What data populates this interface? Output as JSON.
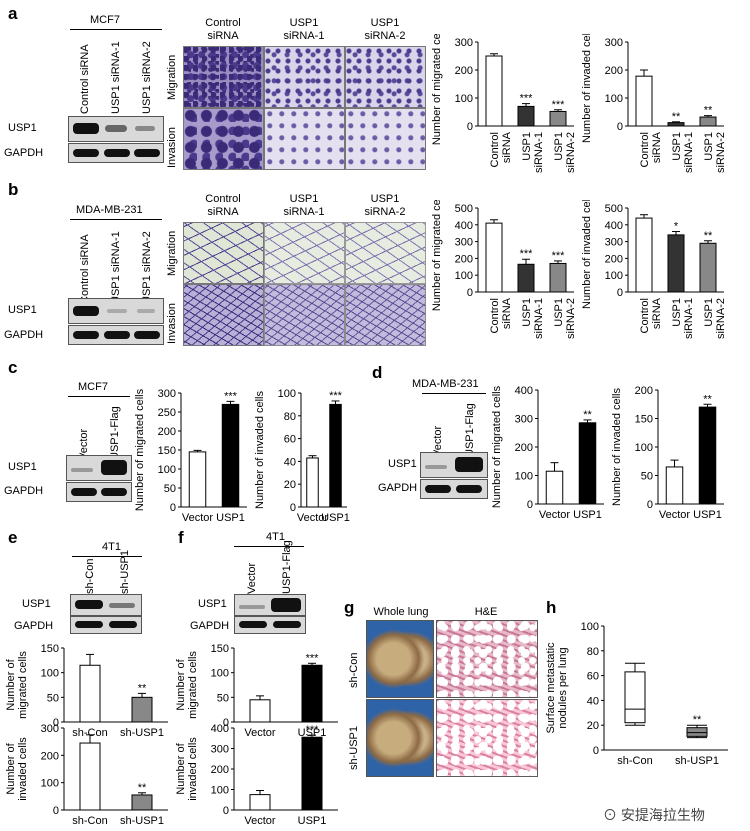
{
  "panels": {
    "a": {
      "label": "a",
      "cell_line": "MCF7",
      "lanes": [
        "Control siRNA",
        "USP1 siRNA-1",
        "USP1 siRNA-2"
      ],
      "blot_rows": [
        "USP1",
        "GAPDH"
      ],
      "image_cols": [
        "Control\nsiRNA",
        "USP1\nsiRNA-1",
        "USP1\nsiRNA-2"
      ],
      "image_rows": [
        "Migration",
        "Invasion"
      ]
    },
    "b": {
      "label": "b",
      "cell_line": "MDA-MB-231",
      "lanes": [
        "Control siRNA",
        "USP1 siRNA-1",
        "USP1 siRNA-2"
      ],
      "blot_rows": [
        "USP1",
        "GAPDH"
      ],
      "image_cols": [
        "Control\nsiRNA",
        "USP1\nsiRNA-1",
        "USP1\nsiRNA-2"
      ],
      "image_rows": [
        "Migration",
        "Invasion"
      ]
    },
    "c": {
      "label": "c",
      "cell_line": "MCF7",
      "lanes": [
        "Vector",
        "USP1-Flag"
      ],
      "blot_rows": [
        "USP1",
        "GAPDH"
      ]
    },
    "d": {
      "label": "d",
      "cell_line": "MDA-MB-231",
      "lanes": [
        "Vector",
        "USP1-Flag"
      ],
      "blot_rows": [
        "USP1",
        "GAPDH"
      ]
    },
    "e": {
      "label": "e",
      "cell_line": "4T1",
      "lanes": [
        "sh-Con",
        "sh-USP1"
      ],
      "blot_rows": [
        "USP1",
        "GAPDH"
      ]
    },
    "f": {
      "label": "f",
      "cell_line": "4T1",
      "lanes": [
        "Vector",
        "USP1-Flag"
      ],
      "blot_rows": [
        "USP1",
        "GAPDH"
      ]
    },
    "g": {
      "label": "g",
      "cols": [
        "Whole lung",
        "H&E"
      ],
      "rows": [
        "sh-Con",
        "sh-USP1"
      ]
    },
    "h": {
      "label": "h"
    }
  },
  "chart_data": [
    {
      "id": "a-mig",
      "type": "bar",
      "categories": [
        "Control\nsiRNA",
        "USP1\nsiRNA-1",
        "USP1\nsiRNA-2"
      ],
      "values": [
        250,
        70,
        52
      ],
      "errors": [
        8,
        10,
        6
      ],
      "sig": [
        "",
        "***",
        "***"
      ],
      "ylabel": "Number of migrated cells",
      "ylim": [
        0,
        300
      ],
      "yticks": [
        0,
        100,
        200,
        300
      ],
      "colors": [
        "#ffffff",
        "#333333",
        "#888888"
      ]
    },
    {
      "id": "a-inv",
      "type": "bar",
      "categories": [
        "Control\nsiRNA",
        "USP1\nsiRNA-1",
        "USP1\nsiRNA-2"
      ],
      "values": [
        178,
        12,
        32
      ],
      "errors": [
        22,
        3,
        5
      ],
      "sig": [
        "",
        "**",
        "**"
      ],
      "ylabel": "Number of invaded cells",
      "ylim": [
        0,
        300
      ],
      "yticks": [
        0,
        100,
        200,
        300
      ],
      "colors": [
        "#ffffff",
        "#333333",
        "#888888"
      ]
    },
    {
      "id": "b-mig",
      "type": "bar",
      "categories": [
        "Control\nsiRNA",
        "USP1\nsiRNA-1",
        "USP1\nsiRNA-2"
      ],
      "values": [
        410,
        165,
        170
      ],
      "errors": [
        20,
        30,
        15
      ],
      "sig": [
        "",
        "***",
        "***"
      ],
      "ylabel": "Number of migrated cells",
      "ylim": [
        0,
        500
      ],
      "yticks": [
        0,
        100,
        200,
        300,
        400,
        500
      ],
      "colors": [
        "#ffffff",
        "#333333",
        "#888888"
      ]
    },
    {
      "id": "b-inv",
      "type": "bar",
      "categories": [
        "Control\nsiRNA",
        "USP1\nsiRNA-1",
        "USP1\nsiRNA-2"
      ],
      "values": [
        440,
        340,
        290
      ],
      "errors": [
        20,
        20,
        15
      ],
      "sig": [
        "",
        "*",
        "**"
      ],
      "ylabel": "Number of invaded cells",
      "ylim": [
        0,
        500
      ],
      "yticks": [
        0,
        100,
        200,
        300,
        400,
        500
      ],
      "colors": [
        "#ffffff",
        "#333333",
        "#888888"
      ]
    },
    {
      "id": "c-mig",
      "type": "bar",
      "categories": [
        "Vector",
        "USP1"
      ],
      "values": [
        145,
        270
      ],
      "errors": [
        4,
        8
      ],
      "sig": [
        "",
        "***"
      ],
      "ylabel": "Number of migrated cells",
      "ylim": [
        0,
        300
      ],
      "yticks": [
        0,
        50,
        100,
        150,
        200,
        250,
        300
      ],
      "colors": [
        "#ffffff",
        "#000000"
      ]
    },
    {
      "id": "c-inv",
      "type": "bar",
      "categories": [
        "Vector",
        "USP1"
      ],
      "values": [
        43,
        90
      ],
      "errors": [
        2,
        3
      ],
      "sig": [
        "",
        "***"
      ],
      "ylabel": "Number of invaded cells",
      "ylim": [
        0,
        100
      ],
      "yticks": [
        0,
        20,
        40,
        60,
        80,
        100
      ],
      "colors": [
        "#ffffff",
        "#000000"
      ]
    },
    {
      "id": "d-mig",
      "type": "bar",
      "categories": [
        "Vector",
        "USP1"
      ],
      "values": [
        115,
        285
      ],
      "errors": [
        30,
        10
      ],
      "sig": [
        "",
        "**"
      ],
      "ylabel": "Number of migrated cells",
      "ylim": [
        0,
        400
      ],
      "yticks": [
        0,
        100,
        200,
        300,
        400
      ],
      "colors": [
        "#ffffff",
        "#000000"
      ]
    },
    {
      "id": "d-inv",
      "type": "bar",
      "categories": [
        "Vector",
        "USP1"
      ],
      "values": [
        65,
        170
      ],
      "errors": [
        12,
        5
      ],
      "sig": [
        "",
        "**"
      ],
      "ylabel": "Number of invaded cells",
      "ylim": [
        0,
        200
      ],
      "yticks": [
        0,
        50,
        100,
        150,
        200
      ],
      "colors": [
        "#ffffff",
        "#000000"
      ]
    },
    {
      "id": "e-mig",
      "type": "bar",
      "categories": [
        "sh-Con",
        "sh-USP1"
      ],
      "values": [
        115,
        50
      ],
      "errors": [
        22,
        8
      ],
      "sig": [
        "",
        "**"
      ],
      "ylabel": "Number of\nmigrated cells",
      "ylim": [
        0,
        150
      ],
      "yticks": [
        0,
        50,
        100,
        150
      ],
      "colors": [
        "#ffffff",
        "#888888"
      ]
    },
    {
      "id": "e-inv",
      "type": "bar",
      "categories": [
        "sh-Con",
        "sh-USP1"
      ],
      "values": [
        245,
        55
      ],
      "errors": [
        30,
        8
      ],
      "sig": [
        "",
        "**"
      ],
      "ylabel": "Number of\ninvaded cells",
      "ylim": [
        0,
        300
      ],
      "yticks": [
        0,
        100,
        200,
        300
      ],
      "colors": [
        "#ffffff",
        "#888888"
      ]
    },
    {
      "id": "f-mig",
      "type": "bar",
      "categories": [
        "Vector",
        "USP1"
      ],
      "values": [
        45,
        115
      ],
      "errors": [
        8,
        4
      ],
      "sig": [
        "",
        "***"
      ],
      "ylabel": "Number of\nmigrated cells",
      "ylim": [
        0,
        150
      ],
      "yticks": [
        0,
        50,
        100,
        150
      ],
      "colors": [
        "#ffffff",
        "#000000"
      ]
    },
    {
      "id": "f-inv",
      "type": "bar",
      "categories": [
        "Vector",
        "USP1"
      ],
      "values": [
        75,
        355
      ],
      "errors": [
        20,
        10
      ],
      "sig": [
        "",
        "***"
      ],
      "ylabel": "Number of\ninvaded cells",
      "ylim": [
        0,
        400
      ],
      "yticks": [
        0,
        100,
        200,
        300,
        400
      ],
      "colors": [
        "#ffffff",
        "#000000"
      ]
    },
    {
      "id": "h-box",
      "type": "box",
      "categories": [
        "sh-Con",
        "sh-USP1"
      ],
      "boxes": [
        {
          "min": 20,
          "q1": 22,
          "median": 33,
          "q3": 63,
          "max": 70
        },
        {
          "min": 10,
          "q1": 11,
          "median": 14,
          "q3": 18,
          "max": 20
        }
      ],
      "sig": [
        "",
        "**"
      ],
      "ylabel": "Surface metastatic\nnodules per lung",
      "ylim": [
        0,
        100
      ],
      "yticks": [
        0,
        20,
        40,
        60,
        80,
        100
      ],
      "colors": [
        "#ffffff",
        "#888888"
      ]
    }
  ],
  "watermark": {
    "text": "安提海拉生物"
  }
}
